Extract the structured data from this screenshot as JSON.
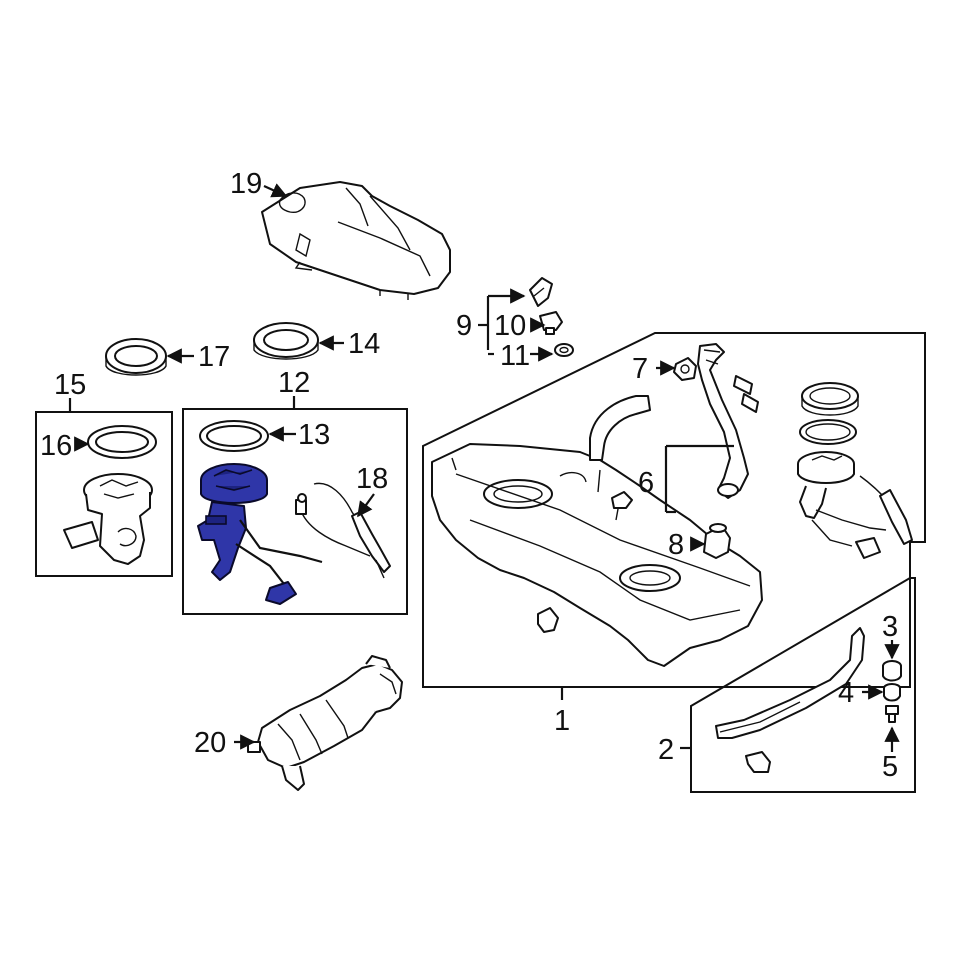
{
  "colors": {
    "line": "#111111",
    "background": "#ffffff",
    "highlight": "#2f36a8",
    "highlight_dark": "#1d2380"
  },
  "callouts": [
    {
      "id": "1",
      "label": "1"
    },
    {
      "id": "2",
      "label": "2"
    },
    {
      "id": "3",
      "label": "3"
    },
    {
      "id": "4",
      "label": "4"
    },
    {
      "id": "5",
      "label": "5"
    },
    {
      "id": "6",
      "label": "6"
    },
    {
      "id": "7",
      "label": "7"
    },
    {
      "id": "8",
      "label": "8"
    },
    {
      "id": "9",
      "label": "9"
    },
    {
      "id": "10",
      "label": "10"
    },
    {
      "id": "11",
      "label": "11"
    },
    {
      "id": "12",
      "label": "12"
    },
    {
      "id": "13",
      "label": "13"
    },
    {
      "id": "14",
      "label": "14"
    },
    {
      "id": "15",
      "label": "15"
    },
    {
      "id": "16",
      "label": "16"
    },
    {
      "id": "17",
      "label": "17"
    },
    {
      "id": "18",
      "label": "18"
    },
    {
      "id": "19",
      "label": "19"
    },
    {
      "id": "20",
      "label": "20"
    }
  ],
  "highlighted_part": "12"
}
